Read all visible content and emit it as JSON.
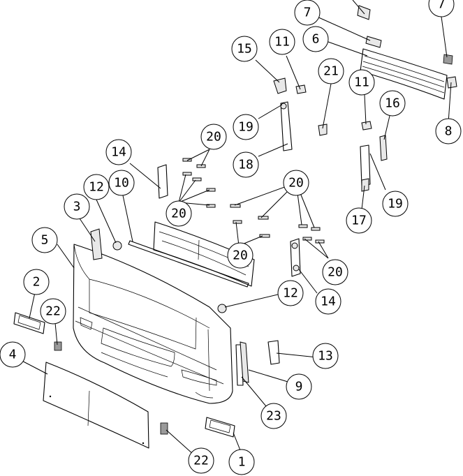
{
  "callouts": [
    {
      "id": "c7a",
      "label": "7"
    },
    {
      "id": "c7b",
      "label": "7"
    },
    {
      "id": "c6",
      "label": "6"
    },
    {
      "id": "c8",
      "label": "8"
    },
    {
      "id": "c15",
      "label": "15"
    },
    {
      "id": "c11a",
      "label": "11"
    },
    {
      "id": "c21",
      "label": "21"
    },
    {
      "id": "c11b",
      "label": "11"
    },
    {
      "id": "c16",
      "label": "16"
    },
    {
      "id": "c19a",
      "label": "19"
    },
    {
      "id": "c18",
      "label": "18"
    },
    {
      "id": "c20a",
      "label": "20"
    },
    {
      "id": "c14a",
      "label": "14"
    },
    {
      "id": "c12a",
      "label": "12"
    },
    {
      "id": "c10",
      "label": "10"
    },
    {
      "id": "c3",
      "label": "3"
    },
    {
      "id": "c20b",
      "label": "20"
    },
    {
      "id": "c20c",
      "label": "20"
    },
    {
      "id": "c19b",
      "label": "19"
    },
    {
      "id": "c17",
      "label": "17"
    },
    {
      "id": "c5",
      "label": "5"
    },
    {
      "id": "c20d",
      "label": "20"
    },
    {
      "id": "c20e",
      "label": "20"
    },
    {
      "id": "c14b",
      "label": "14"
    },
    {
      "id": "c12b",
      "label": "12"
    },
    {
      "id": "c2",
      "label": "2"
    },
    {
      "id": "c22a",
      "label": "22"
    },
    {
      "id": "c13",
      "label": "13"
    },
    {
      "id": "c4",
      "label": "4"
    },
    {
      "id": "c9",
      "label": "9"
    },
    {
      "id": "c23",
      "label": "23"
    },
    {
      "id": "c22b",
      "label": "22"
    },
    {
      "id": "c1",
      "label": "1"
    }
  ]
}
